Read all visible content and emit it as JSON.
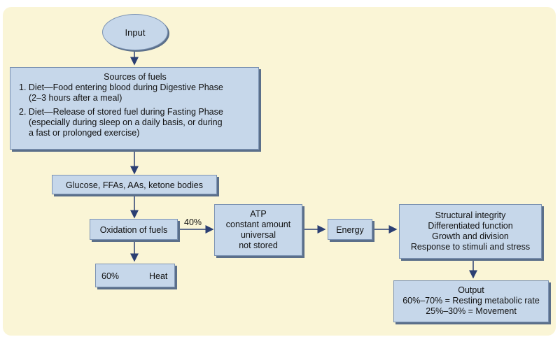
{
  "input": {
    "label": "Input"
  },
  "sources": {
    "title": "Sources of fuels",
    "item1_line1": "1. Diet—Food entering blood during Digestive Phase",
    "item1_line2": "(2–3 hours after a meal)",
    "item2_line1": "2. Diet—Release of stored fuel during Fasting Phase",
    "item2_line2": "(especially during sleep on a daily basis, or during",
    "item2_line3": "a fast or prolonged exercise)"
  },
  "fuels": {
    "label": "Glucose, FFAs, AAs, ketone bodies"
  },
  "oxidation": {
    "label": "Oxidation of fuels"
  },
  "percent_to_atp": "40%",
  "heat": {
    "percent": "60%",
    "label": "Heat"
  },
  "atp": {
    "lines": [
      "ATP",
      "constant amount",
      "universal",
      "not stored"
    ]
  },
  "energy": {
    "label": "Energy"
  },
  "uses": {
    "lines": [
      "Structural integrity",
      "Differentiated function",
      "Growth and division",
      "Response to stimuli and stress"
    ]
  },
  "output": {
    "lines": [
      "Output",
      "60%–70% = Resting metabolic rate",
      "25%–30% = Movement"
    ]
  },
  "colors": {
    "background": "#faf5d6",
    "box": "#c6d7ea",
    "arrow": "#2b3f73"
  }
}
